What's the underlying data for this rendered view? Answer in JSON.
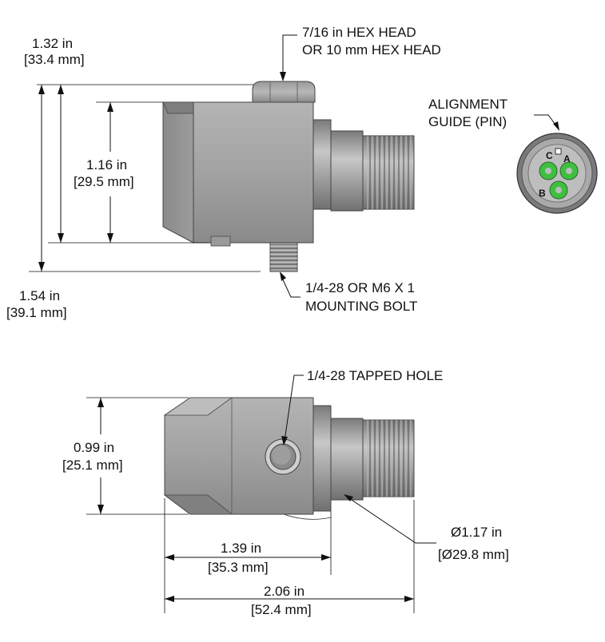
{
  "side_view": {
    "dim_width_in": "1.32 in",
    "dim_width_mm": "[33.4 mm]",
    "hex_note_line1": "7/16 in HEX HEAD",
    "hex_note_line2": "OR 10 mm HEX HEAD",
    "dim_body_in": "1.16 in",
    "dim_body_mm": "[29.5 mm]",
    "dim_total_in": "1.54 in",
    "dim_total_mm": "[39.1 mm]",
    "bolt_note_line1": "1/4-28 OR M6 X 1",
    "bolt_note_line2": "MOUNTING BOLT"
  },
  "connector_view": {
    "note_line1": "ALIGNMENT",
    "note_line2": "GUIDE (PIN)",
    "pin_a": "A",
    "pin_b": "B",
    "pin_c": "C"
  },
  "top_view": {
    "tapped_hole_note": "1/4-28 TAPPED HOLE",
    "dim_height_in": "0.99 in",
    "dim_height_mm": "[25.1 mm]",
    "dim_body_len_in": "1.39 in",
    "dim_body_len_mm": "[35.3 mm]",
    "dim_total_len_in": "2.06 in",
    "dim_total_len_mm": "[52.4 mm]",
    "dim_dia_in": "Ø1.17 in",
    "dim_dia_mm": "[Ø29.8 mm]"
  },
  "colors": {
    "body_light": "#a6a6a6",
    "body_mid": "#8c8c8c",
    "body_dark": "#6e6e6e",
    "pin_green": "#3fbf3f"
  }
}
